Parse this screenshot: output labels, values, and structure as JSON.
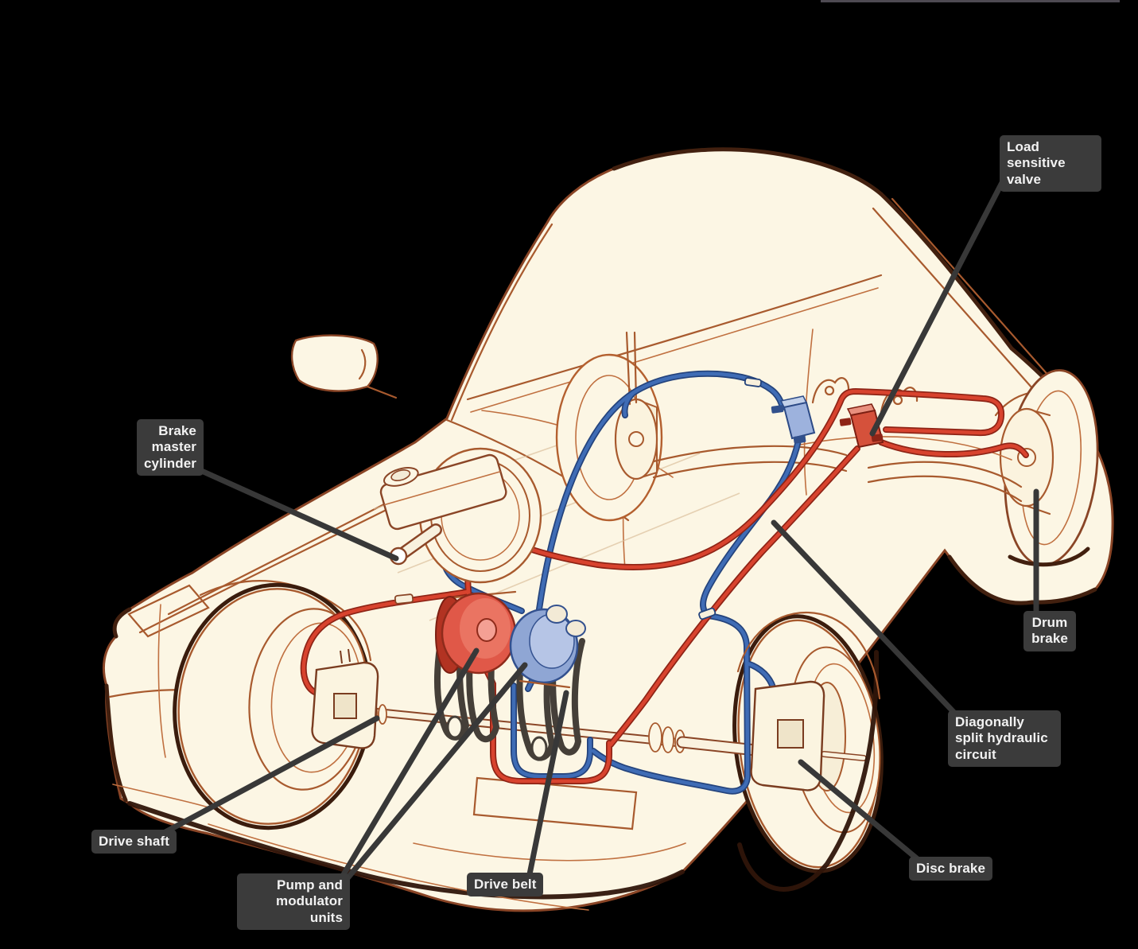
{
  "colors": {
    "background": "#000000",
    "car_body_fill": "#fcf6e4",
    "car_outline": "#a85a2e",
    "car_dark_edge": "#42200f",
    "red_circuit": "#d8432e",
    "blue_circuit": "#3f6cb5",
    "drive_belt": "#453f38",
    "callout_background": "#3b3b3b",
    "callout_text": "#f2f2f2",
    "leader_line": "#383838"
  },
  "labels": {
    "load_sensitive_valve": "Load sensitive valve",
    "brake_master_cylinder": "Brake master cylinder",
    "drum_brake": "Drum brake",
    "diagonally_split_hydraulic_circuit": "Diagonally split hydraulic circuit",
    "drive_shaft": "Drive shaft",
    "pump_and_modulator_units": "Pump and modulator units",
    "drive_belt": "Drive belt",
    "disc_brake": "Disc brake"
  }
}
